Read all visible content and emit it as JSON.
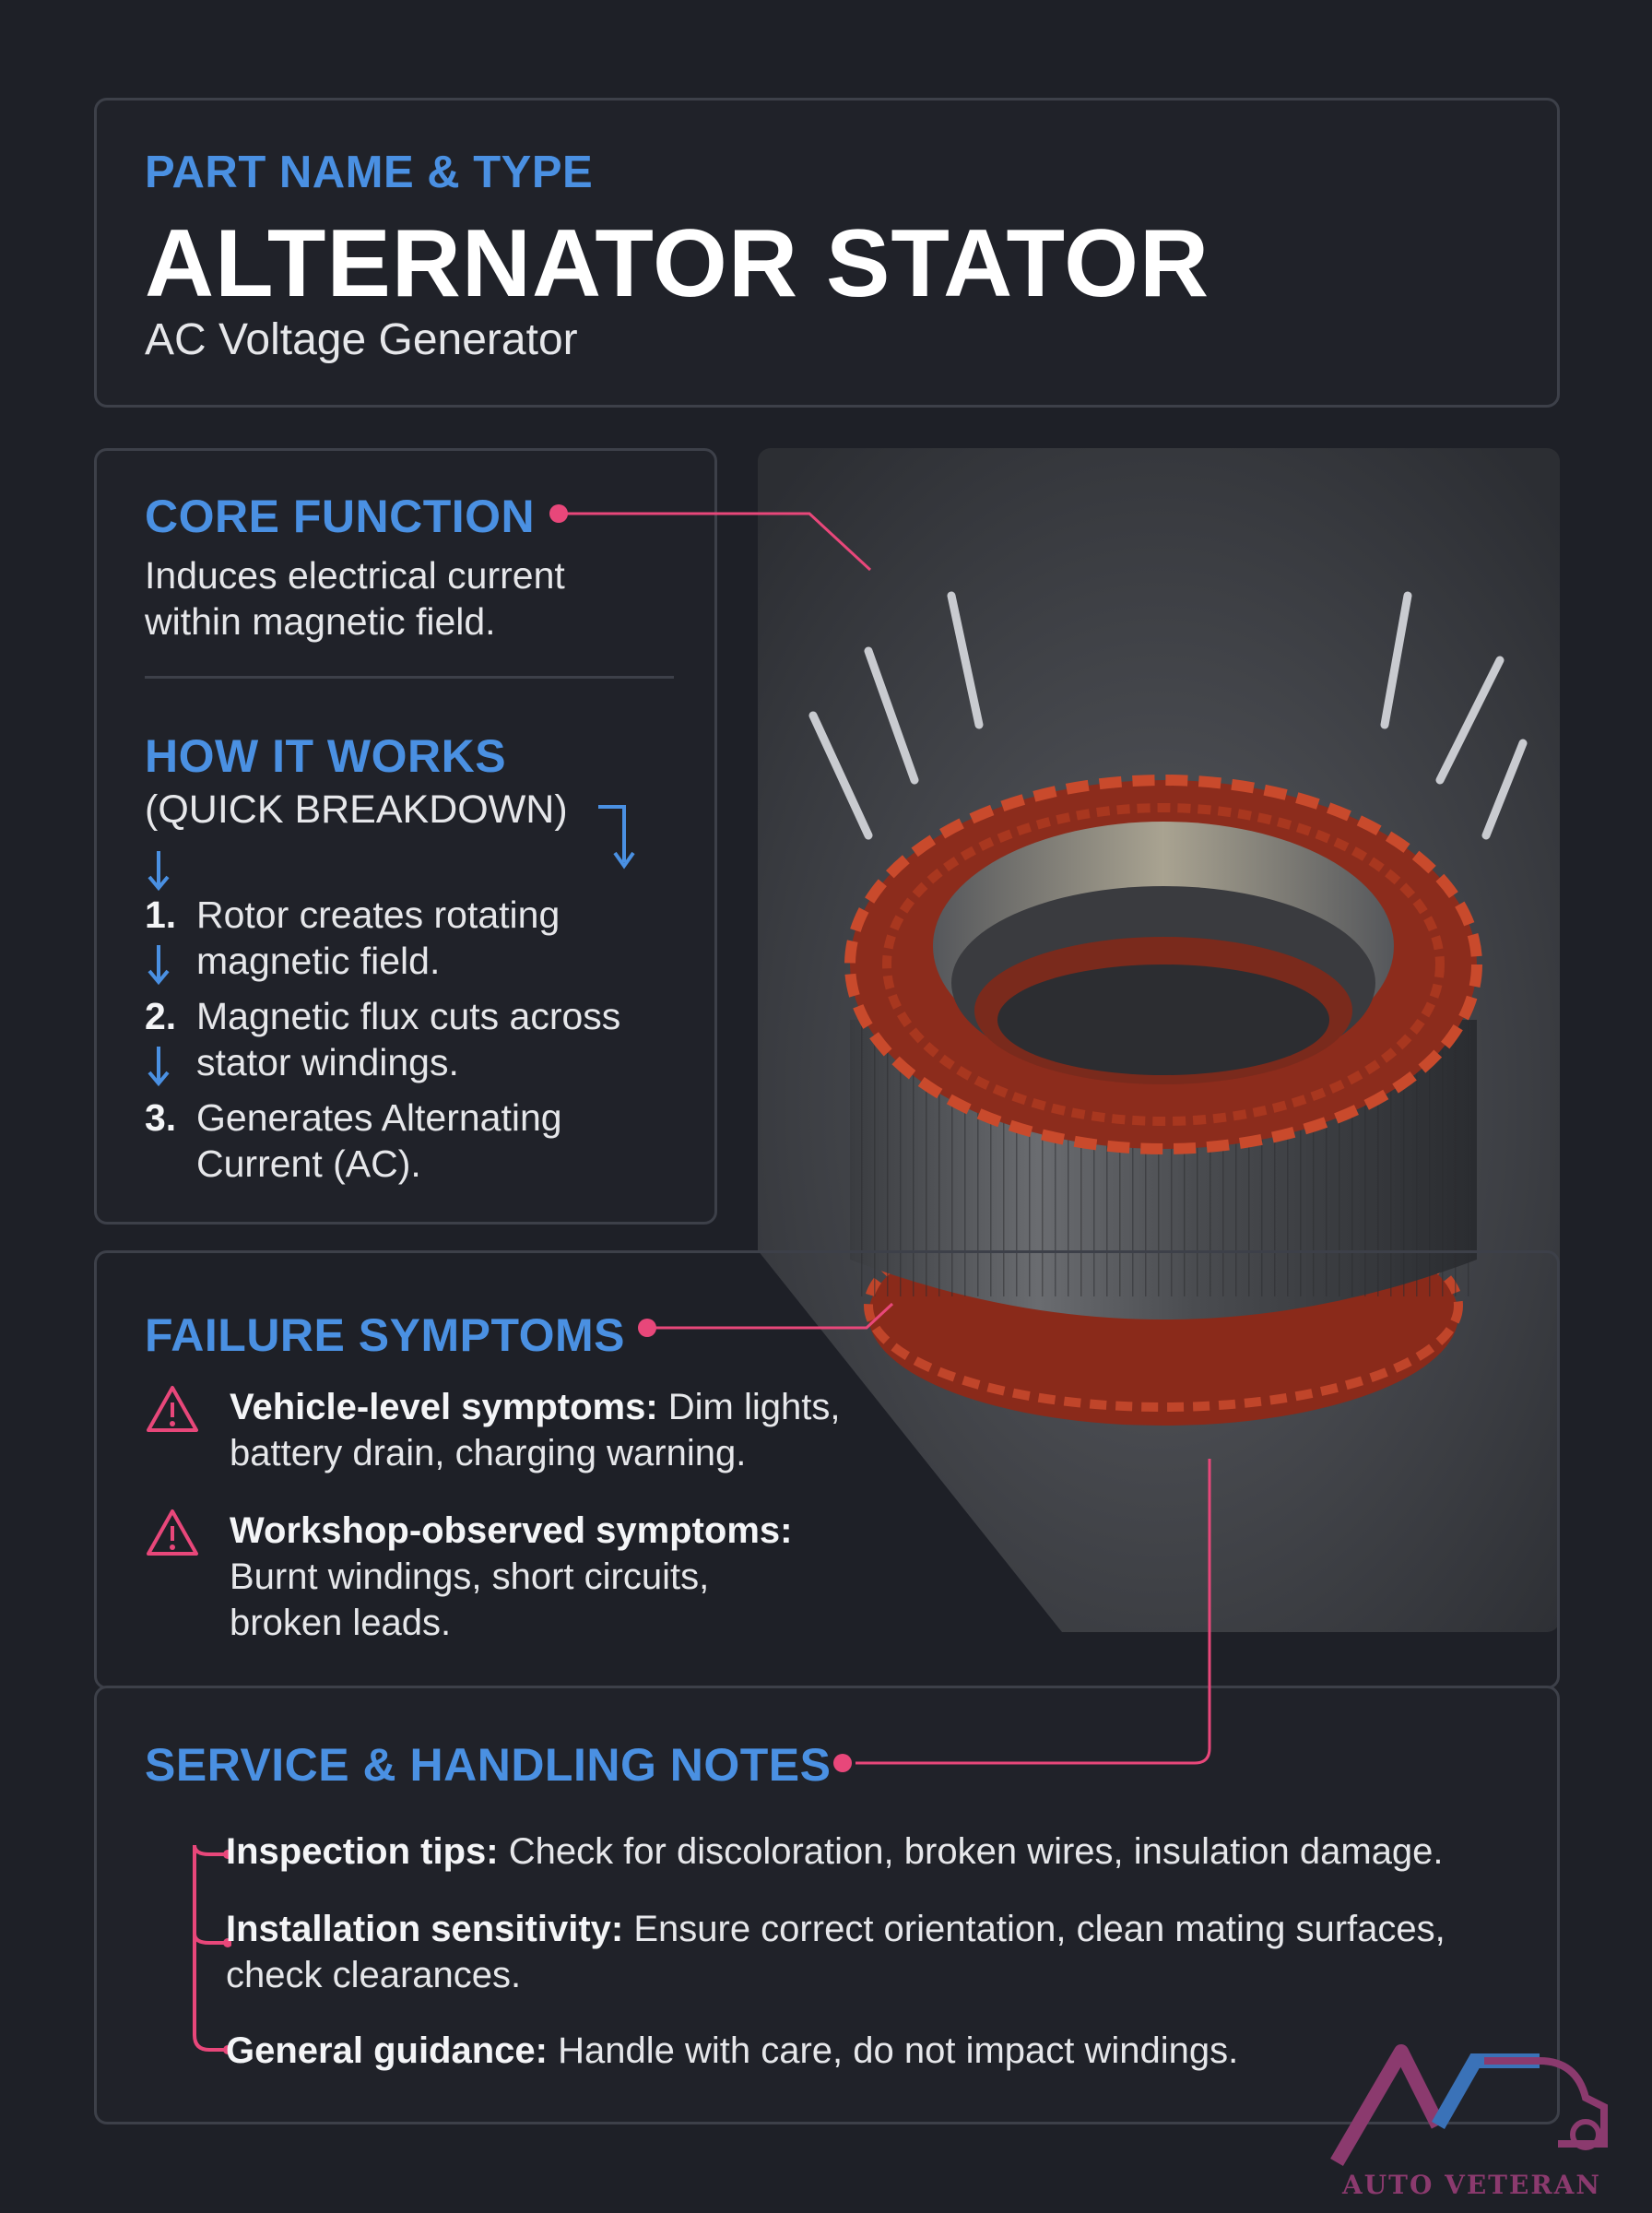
{
  "header": {
    "kicker": "PART NAME & TYPE",
    "title": "ALTERNATOR STATOR",
    "subtitle": "AC Voltage Generator"
  },
  "core_function": {
    "heading": "CORE FUNCTION",
    "line1": "Induces electrical current",
    "line2": "within magnetic field."
  },
  "how_it_works": {
    "heading": "HOW IT WORKS",
    "subheading": "(QUICK BREAKDOWN)",
    "steps": [
      {
        "num": "1.",
        "line1": "Rotor creates rotating",
        "line2": "magnetic field."
      },
      {
        "num": "2.",
        "line1": "Magnetic flux cuts across",
        "line2": "stator windings."
      },
      {
        "num": "3.",
        "line1": "Generates Alternating",
        "line2": "Current (AC)."
      }
    ]
  },
  "failure": {
    "heading": "FAILURE SYMPTOMS",
    "items": [
      {
        "label": "Vehicle-level symptoms:",
        "text1": " Dim lights,",
        "text2": "battery drain, charging warning."
      },
      {
        "label": "Workshop-observed symptoms:",
        "text1": "Burnt windings, short circuits,",
        "text2": "broken leads."
      }
    ]
  },
  "service": {
    "heading": "SERVICE & HANDLING NOTES",
    "items": [
      {
        "label": "Inspection tips:",
        "text": " Check for discoloration, broken wires, insulation damage."
      },
      {
        "label": "Installation sensitivity:",
        "text": " Ensure correct orientation, clean mating surfaces,",
        "text2": "check clearances."
      },
      {
        "label": "General guidance:",
        "text": " Handle with care, do not impact windings."
      }
    ]
  },
  "brand": {
    "name": "AUTO VETERAN"
  },
  "colors": {
    "accent_blue": "#4a90e2",
    "accent_pink": "#e8477a",
    "background": "#1e2027"
  }
}
